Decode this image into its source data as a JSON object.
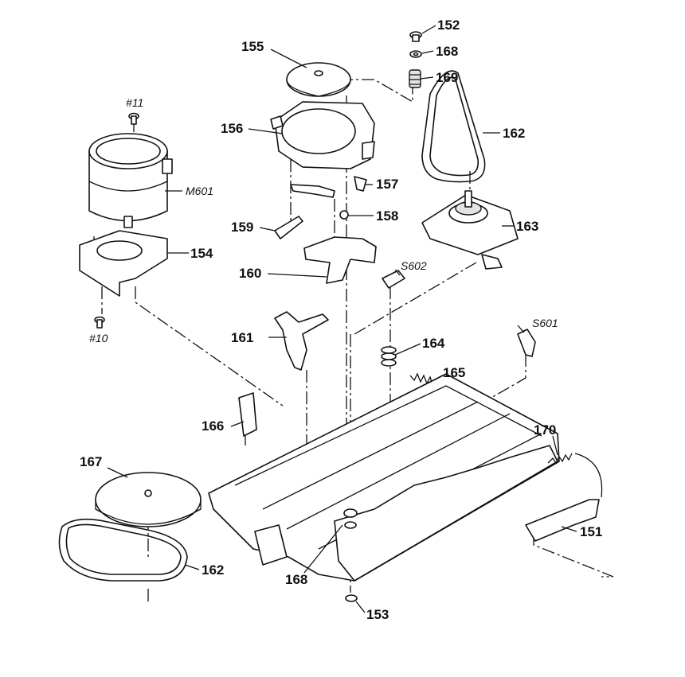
{
  "callouts": [
    {
      "id": "152",
      "text": "152"
    },
    {
      "id": "168a",
      "text": "168"
    },
    {
      "id": "169",
      "text": "169"
    },
    {
      "id": "155",
      "text": "155"
    },
    {
      "id": "162a",
      "text": "162"
    },
    {
      "id": "156",
      "text": "156"
    },
    {
      "id": "157",
      "text": "157"
    },
    {
      "id": "158",
      "text": "158"
    },
    {
      "id": "159",
      "text": "159"
    },
    {
      "id": "163",
      "text": "163"
    },
    {
      "id": "160",
      "text": "160"
    },
    {
      "id": "154",
      "text": "154"
    },
    {
      "id": "161",
      "text": "161"
    },
    {
      "id": "164",
      "text": "164"
    },
    {
      "id": "165",
      "text": "165"
    },
    {
      "id": "166",
      "text": "166"
    },
    {
      "id": "167",
      "text": "167"
    },
    {
      "id": "170",
      "text": "170"
    },
    {
      "id": "151",
      "text": "151"
    },
    {
      "id": "162b",
      "text": "162"
    },
    {
      "id": "168b",
      "text": "168"
    },
    {
      "id": "153",
      "text": "153"
    }
  ],
  "refs": [
    {
      "id": "11",
      "text": "#11"
    },
    {
      "id": "M601",
      "text": "M601"
    },
    {
      "id": "10",
      "text": "#10"
    },
    {
      "id": "S602",
      "text": "S602"
    },
    {
      "id": "S601",
      "text": "S601"
    }
  ]
}
